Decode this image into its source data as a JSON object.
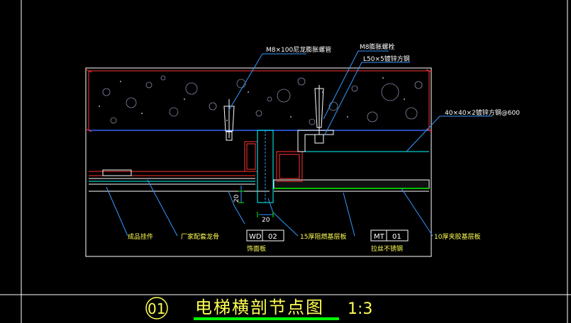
{
  "labels": {
    "anchor_bolt": "M8×100尼龙膨胀螺管",
    "expansion_bolt": "M8膨胀螺栓",
    "angle_steel": "L50×5镀锌方钢",
    "square_steel": "40×40×2镀锌方钢@600",
    "finished_board": "成品挂件",
    "factory_keel": "厂家配套龙骨",
    "fireproof_board": "15厚阻燃基层板",
    "glass_base": "10厚夹胶基层板",
    "dim_vertical": "20",
    "dim_horizontal": "20"
  },
  "tags": {
    "wd_code": "WD",
    "wd_num": "02",
    "wd_caption": "饰面板",
    "mt_code": "MT",
    "mt_num": "01",
    "mt_caption": "拉丝不锈钢"
  },
  "title": {
    "number": "01",
    "name": "电梯横剖节点图",
    "scale": "1:3"
  },
  "colors": {
    "background": "#000000",
    "concrete": "#ff3333",
    "leader": "#3399ff",
    "steel": "#00ffff",
    "text": "#ffffff",
    "title": "#ffff55",
    "title_underline": "#00ff00"
  }
}
